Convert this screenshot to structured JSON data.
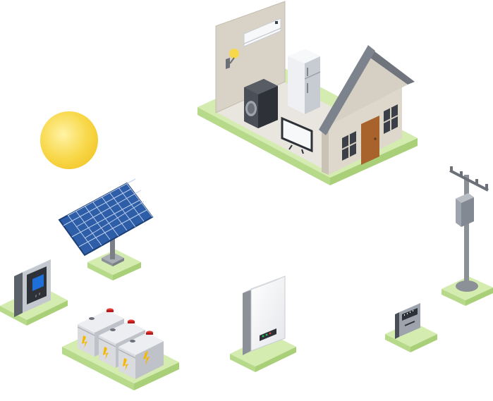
{
  "scene": {
    "components": [
      {
        "id": "sun",
        "icon": "sun-icon"
      },
      {
        "id": "house",
        "icon": "house-icon"
      },
      {
        "id": "solar-panel",
        "icon": "solar-panel-icon"
      },
      {
        "id": "charge-controller",
        "icon": "charge-controller-icon"
      },
      {
        "id": "battery-bank",
        "icon": "battery-icon",
        "count": 3
      },
      {
        "id": "inverter",
        "icon": "inverter-icon"
      },
      {
        "id": "electric-meter",
        "icon": "meter-icon"
      },
      {
        "id": "utility-pole",
        "icon": "utility-pole-icon"
      }
    ],
    "appliances": [
      {
        "id": "air-conditioner",
        "icon": "air-conditioner-icon"
      },
      {
        "id": "wall-lamp",
        "icon": "lamp-icon"
      },
      {
        "id": "refrigerator",
        "icon": "refrigerator-icon"
      },
      {
        "id": "washing-machine",
        "icon": "washing-machine-icon"
      },
      {
        "id": "television",
        "icon": "tv-icon"
      }
    ]
  },
  "colors": {
    "ground": "#d4ecb0",
    "ground_edge": "#b6d98a",
    "sun": "#f8d84a",
    "panel": "#2f5ea8",
    "battery_terminal": "#e53935",
    "bolt": "#f5b800",
    "screen": "#1e6fd8",
    "door": "#a8632c",
    "roof": "#7f8590",
    "wall": "#d8d2c6"
  }
}
